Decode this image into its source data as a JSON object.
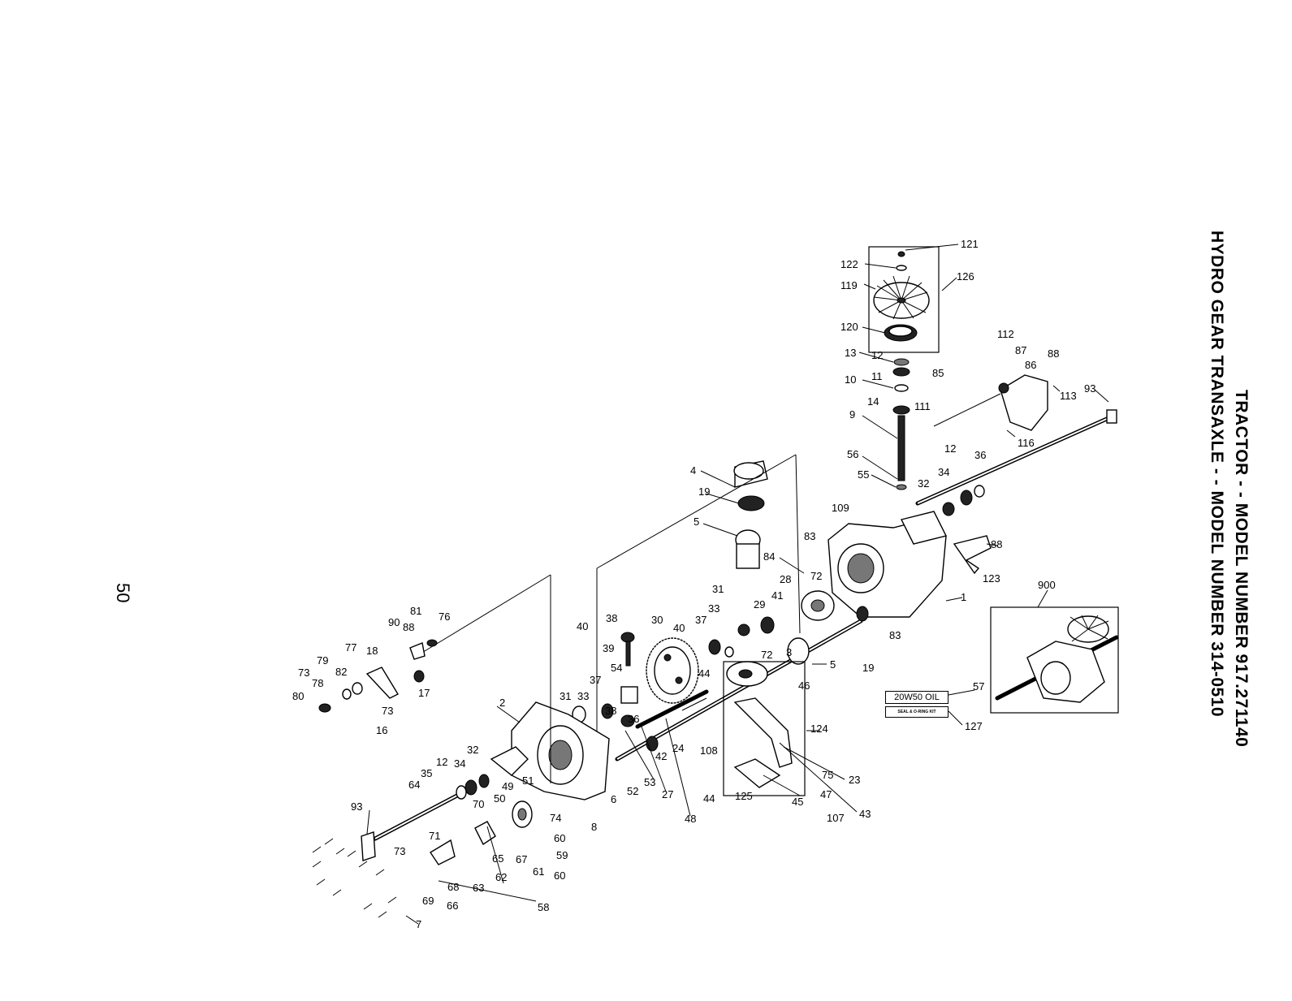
{
  "title": {
    "line1": "TRACTOR - - MODEL NUMBER 917.271140",
    "line2": "HYDRO GEAR TRANSAXLE - - MODEL NUMBER 314-0510"
  },
  "page_number": "50",
  "labels": {
    "oil": "20W50 OIL",
    "kit": "SEAL & O-RING KIT"
  },
  "part_callouts": [
    "121",
    "122",
    "126",
    "119",
    "120",
    "13",
    "12",
    "10",
    "11",
    "14",
    "111",
    "9",
    "85",
    "112",
    "87",
    "86",
    "88",
    "113",
    "93",
    "116",
    "12",
    "36",
    "34",
    "32",
    "56",
    "55",
    "109",
    "4",
    "19",
    "5",
    "83",
    "84",
    "88",
    "123",
    "1",
    "28",
    "72",
    "29",
    "41",
    "83",
    "19",
    "31",
    "37",
    "33",
    "38",
    "40",
    "30",
    "40",
    "39",
    "54",
    "37",
    "72",
    "3",
    "5",
    "46",
    "44",
    "900",
    "57",
    "127",
    "124",
    "23",
    "75",
    "47",
    "43",
    "107",
    "45",
    "125",
    "44",
    "108",
    "24",
    "48",
    "42",
    "27",
    "53",
    "52",
    "6",
    "8",
    "74",
    "60",
    "59",
    "60",
    "61",
    "51",
    "49",
    "50",
    "58",
    "62",
    "65",
    "67",
    "63",
    "66",
    "68",
    "69",
    "70",
    "71",
    "73",
    "64",
    "35",
    "34",
    "12",
    "32",
    "2",
    "31",
    "33",
    "38",
    "36",
    "17",
    "16",
    "73",
    "18",
    "77",
    "82",
    "79",
    "78",
    "73",
    "80",
    "90",
    "88",
    "81",
    "76",
    "93",
    "7"
  ]
}
